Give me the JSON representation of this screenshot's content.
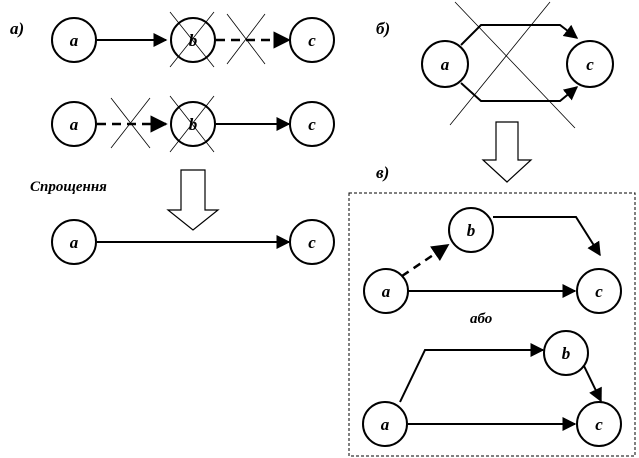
{
  "sections": {
    "a": "а)",
    "b": "б)",
    "c": "в)"
  },
  "captions": {
    "simplification": "Спрощення",
    "or": "або"
  },
  "nodes": {
    "a": "a",
    "b": "b",
    "c": "c"
  }
}
